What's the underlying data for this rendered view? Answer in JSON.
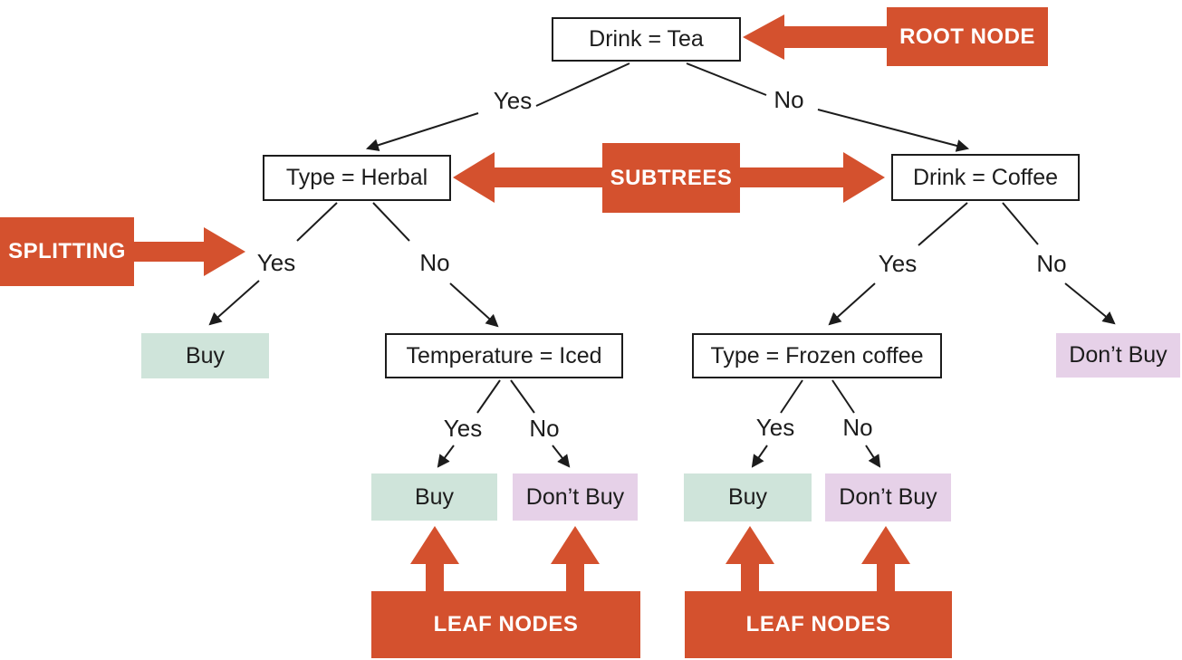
{
  "colors": {
    "accent_red": "#d4512e",
    "leaf_buy_green": "#cfe4da",
    "leaf_dont_buy_purple": "#e6d1e8",
    "ink": "#1c1c1c"
  },
  "annotations": {
    "root_node_label": "ROOT NODE",
    "subtrees_label": "SUBTREES",
    "splitting_label": "SPLITTING",
    "leaf_nodes_left_label": "LEAF NODES",
    "leaf_nodes_right_label": "LEAF NODES"
  },
  "tree": {
    "root": {
      "label": "Drink = Tea"
    },
    "level2": {
      "left_label": "Type = Herbal",
      "right_label": "Drink = Coffee"
    },
    "level3": {
      "herbal_yes_label": "Buy",
      "herbal_no_label": "Temperature = Iced",
      "coffee_yes_label": "Type = Frozen coffee",
      "coffee_no_label": "Don’t Buy"
    },
    "level4": {
      "iced_yes_label": "Buy",
      "iced_no_label": "Don’t Buy",
      "frozen_yes_label": "Buy",
      "frozen_no_label": "Don’t Buy"
    },
    "edge_labels": {
      "root_yes": "Yes",
      "root_no": "No",
      "herbal_yes": "Yes",
      "herbal_no": "No",
      "coffee_yes": "Yes",
      "coffee_no": "No",
      "iced_yes": "Yes",
      "iced_no": "No",
      "frozen_yes": "Yes",
      "frozen_no": "No"
    }
  }
}
